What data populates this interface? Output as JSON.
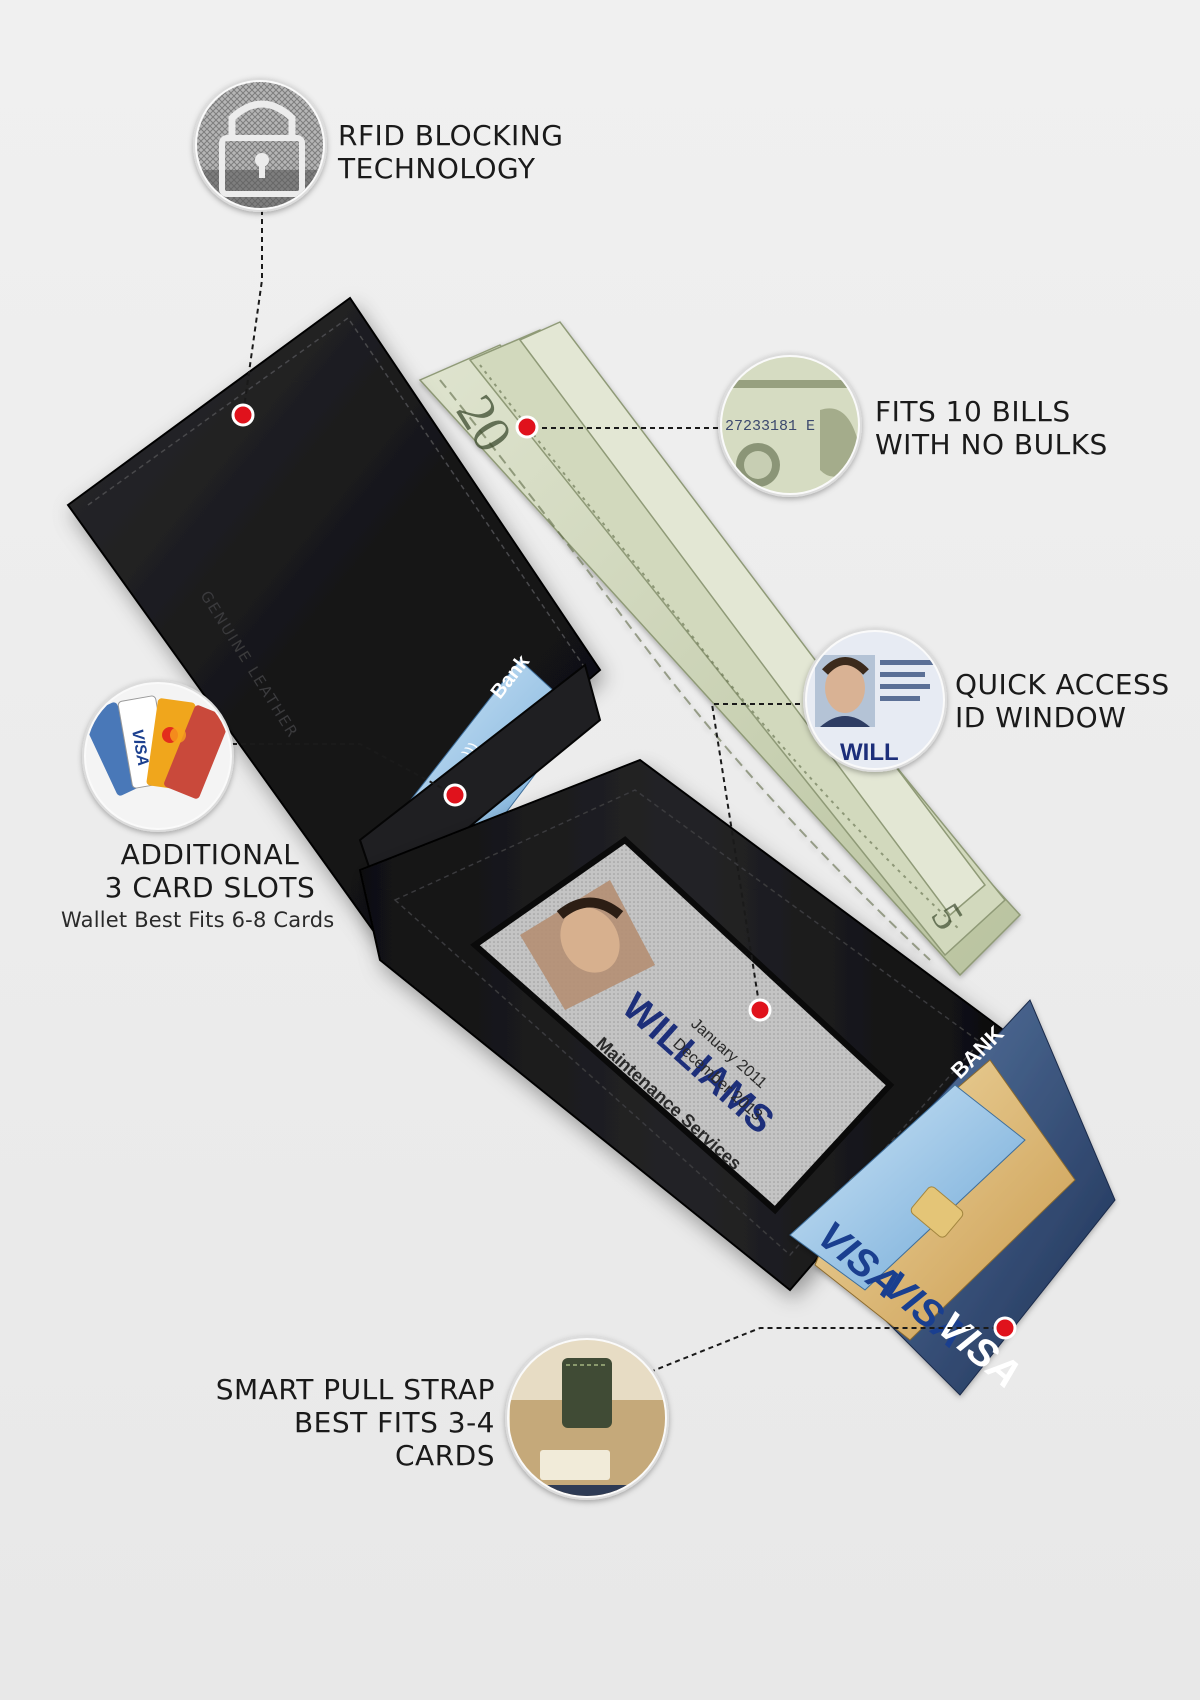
{
  "callouts": {
    "rfid": {
      "line1": "RFID BLOCKING",
      "line2": "TECHNOLOGY",
      "icon": "padlock-icon"
    },
    "bills": {
      "line1": "FITS 10 BILLS",
      "line2": "WITH NO BULKS",
      "icon": "banknote-closeup-icon"
    },
    "id_window": {
      "line1": "QUICK ACCESS",
      "line2": "ID WINDOW",
      "icon": "id-card-closeup-icon"
    },
    "card_slots": {
      "line1": "ADDITIONAL",
      "line2": "3 CARD SLOTS",
      "note": "Wallet Best Fits 6-8 Cards",
      "icon": "credit-cards-fan-icon"
    },
    "pull_strap": {
      "line1": "SMART PULL STRAP",
      "line2": "BEST FITS 3-4",
      "line3": "CARDS",
      "icon": "pull-strap-icon"
    }
  },
  "wallet": {
    "emboss": "GENUINE LEATHER",
    "id_card": {
      "name": "WILLIAMS",
      "org": "Maintenance Services",
      "line_a": "January 2011",
      "line_b": "December 2013"
    },
    "cards": [
      "VISA",
      "VISA",
      "VISA"
    ],
    "bank_label": "BANK",
    "bill_denomination": "20",
    "bill_serial": "27233181 E",
    "colors": {
      "background": "#ececec",
      "leather": "#1b1b1d",
      "bill_green": "#c7cfb2",
      "pin_red": "#e0121c",
      "visa_blue": "#1a3f8f"
    }
  }
}
